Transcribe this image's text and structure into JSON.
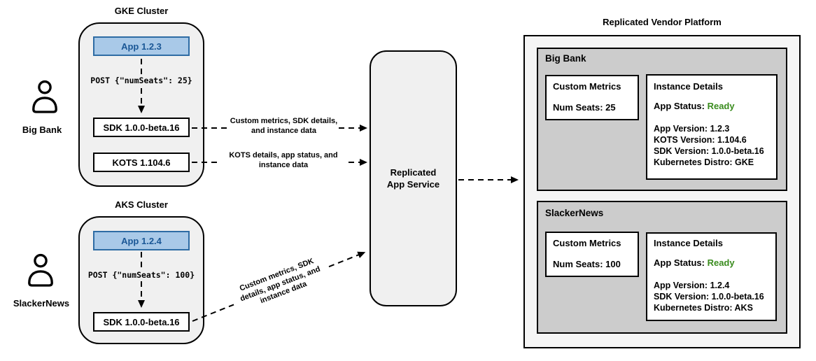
{
  "colors": {
    "app_fill": "#a9c9e8",
    "app_border": "#2e6ca4",
    "app_text": "#1a5796",
    "status_ready_green": "#3a8c1e",
    "cluster_fill": "#f0f0f0",
    "customer_panel_fill": "#cccccc",
    "platform_fill": "#f5f5f5"
  },
  "actors": [
    {
      "name": "Big Bank"
    },
    {
      "name": "SlackerNews"
    }
  ],
  "clusters": [
    {
      "title": "GKE Cluster",
      "app": "App 1.2.3",
      "post": "POST {\"numSeats\": 25}",
      "sdk": "SDK 1.0.0-beta.16",
      "kots": "KOTS 1.104.6"
    },
    {
      "title": "AKS Cluster",
      "app": "App 1.2.4",
      "post": "POST {\"numSeats\": 100}",
      "sdk": "SDK 1.0.0-beta.16"
    }
  ],
  "flows": {
    "gke_sdk_to_service": "Custom metrics, SDK details, and instance data",
    "gke_kots_to_service": "KOTS details, app status, and instance data",
    "aks_sdk_to_service": "Custom metrics, SDK details, app status, and instance data"
  },
  "service": {
    "line1": "Replicated",
    "line2": "App Service"
  },
  "platform": {
    "title": "Replicated Vendor Platform",
    "customers": [
      {
        "name": "Big Bank",
        "metrics_title": "Custom Metrics",
        "metrics_value": "Num Seats: 25",
        "details_title": "Instance Details",
        "status_label": "App Status:",
        "status_value": "Ready",
        "details": [
          "App Version: 1.2.3",
          "KOTS Version: 1.104.6",
          "SDK Version: 1.0.0-beta.16",
          "Kubernetes Distro: GKE"
        ]
      },
      {
        "name": "SlackerNews",
        "metrics_title": "Custom Metrics",
        "metrics_value": "Num Seats: 100",
        "details_title": "Instance Details",
        "status_label": "App Status:",
        "status_value": "Ready",
        "details": [
          "App Version: 1.2.4",
          "SDK Version: 1.0.0-beta.16",
          "Kubernetes Distro: AKS"
        ]
      }
    ]
  }
}
